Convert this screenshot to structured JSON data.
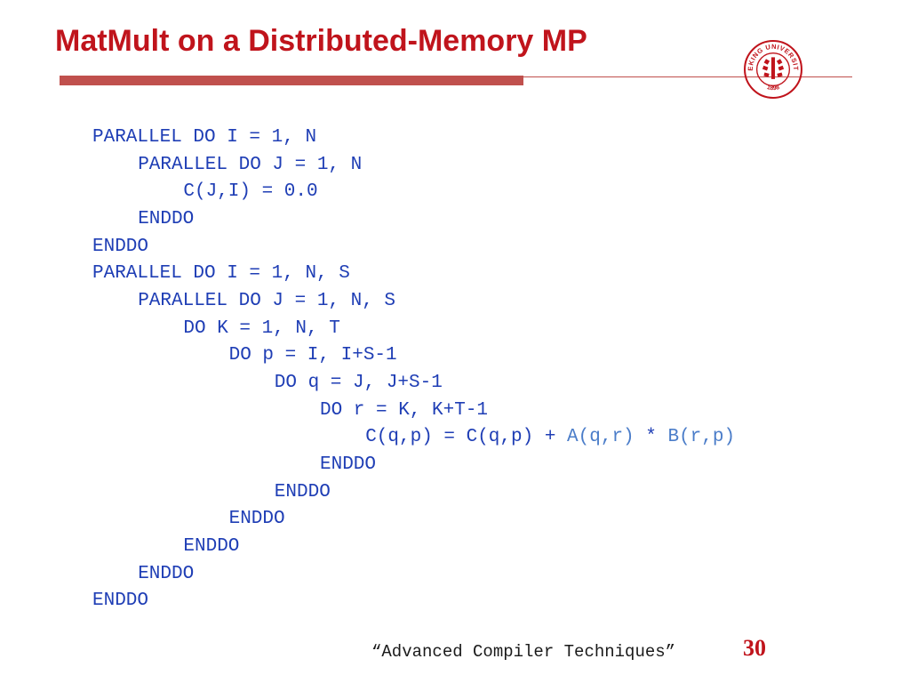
{
  "slide": {
    "title": "MatMult on a Distributed-Memory MP",
    "footer": "“Advanced Compiler Techniques”",
    "page_number": "30"
  },
  "logo": {
    "icon": "peking-university-seal-icon",
    "text_top": "PEKING UNIVERSITY",
    "text_bottom": "1898",
    "color": "#c0141c"
  },
  "colors": {
    "title": "#c0141c",
    "rule": "#c0504d",
    "code": "#1f3eb5",
    "code_highlight": "#4b7dc9"
  },
  "code": [
    {
      "indent": 0,
      "segments": [
        {
          "text": "PARALLEL DO I = 1, N"
        }
      ]
    },
    {
      "indent": 1,
      "segments": [
        {
          "text": "PARALLEL DO J = 1, N"
        }
      ]
    },
    {
      "indent": 2,
      "segments": [
        {
          "text": "C(J,I) = 0.0"
        }
      ]
    },
    {
      "indent": 1,
      "segments": [
        {
          "text": "ENDDO"
        }
      ]
    },
    {
      "indent": 0,
      "segments": [
        {
          "text": "ENDDO"
        }
      ]
    },
    {
      "indent": 0,
      "segments": [
        {
          "text": "PARALLEL DO I = 1, N, S"
        }
      ]
    },
    {
      "indent": 1,
      "segments": [
        {
          "text": "PARALLEL DO J = 1, N, S"
        }
      ]
    },
    {
      "indent": 2,
      "segments": [
        {
          "text": "DO K = 1, N, T"
        }
      ]
    },
    {
      "indent": 3,
      "segments": [
        {
          "text": "DO p = I, I+S-1"
        }
      ]
    },
    {
      "indent": 4,
      "segments": [
        {
          "text": "DO q = J, J+S-1"
        }
      ]
    },
    {
      "indent": 5,
      "segments": [
        {
          "text": "DO r = K, K+T-1"
        }
      ]
    },
    {
      "indent": 6,
      "segments": [
        {
          "text": "C(q,p) = C(q,p) + "
        },
        {
          "text": "A(q,r)",
          "highlight": true
        },
        {
          "text": " * "
        },
        {
          "text": "B(r,p)",
          "highlight": true
        }
      ]
    },
    {
      "indent": 5,
      "segments": [
        {
          "text": "ENDDO"
        }
      ]
    },
    {
      "indent": 4,
      "segments": [
        {
          "text": "ENDDO"
        }
      ]
    },
    {
      "indent": 3,
      "segments": [
        {
          "text": "ENDDO"
        }
      ]
    },
    {
      "indent": 2,
      "segments": [
        {
          "text": "ENDDO"
        }
      ]
    },
    {
      "indent": 1,
      "segments": [
        {
          "text": "ENDDO"
        }
      ]
    },
    {
      "indent": 0,
      "segments": [
        {
          "text": "ENDDO"
        }
      ]
    }
  ]
}
